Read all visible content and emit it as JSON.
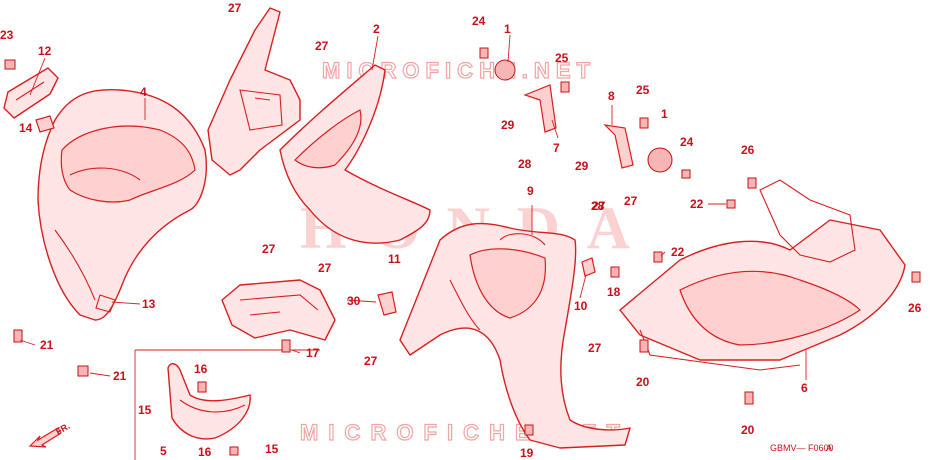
{
  "watermark": {
    "top": "MICROFICHE.NET",
    "bottom": "MICROFICHE.NET",
    "brand": "HONDA"
  },
  "diagram_code": "GBMV— F0600",
  "diagram_variant": "A",
  "direction_label": "FR.",
  "colors": {
    "ink": "#d81f1f",
    "fill": "#ffe5e5",
    "watermark": "#f3a5a5"
  },
  "callouts": [
    "1",
    "1",
    "2",
    "4",
    "5",
    "6",
    "7",
    "8",
    "9",
    "10",
    "11",
    "12",
    "13",
    "14",
    "15",
    "15",
    "16",
    "16",
    "17",
    "18",
    "19",
    "20",
    "20",
    "21",
    "21",
    "22",
    "22",
    "23",
    "24",
    "24",
    "25",
    "25",
    "26",
    "26",
    "27",
    "27",
    "27",
    "27",
    "27",
    "27",
    "27",
    "27",
    "28",
    "28",
    "29",
    "29",
    "30"
  ]
}
